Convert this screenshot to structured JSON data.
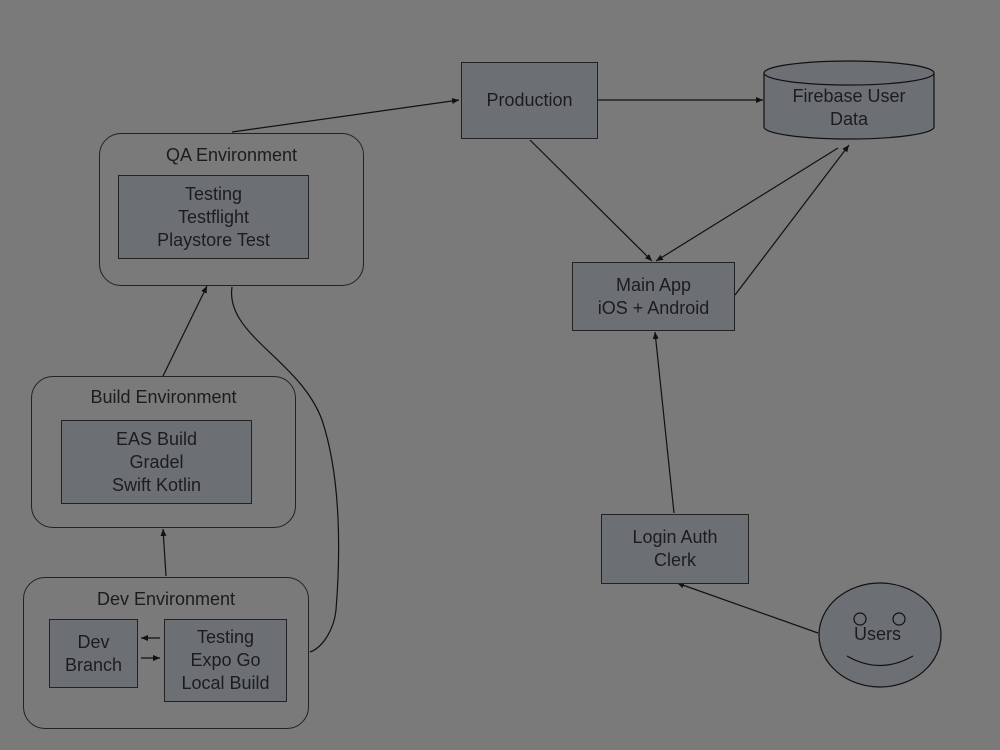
{
  "diagram": {
    "groups": {
      "qa": {
        "title": "QA Environment"
      },
      "build": {
        "title": "Build Environment"
      },
      "dev": {
        "title": "Dev Environment"
      }
    },
    "boxes": {
      "qa_inner": [
        "Testing",
        "Testflight",
        "Playstore Test"
      ],
      "build_inner": [
        "EAS Build",
        "Gradel",
        "Swift Kotlin"
      ],
      "dev_branch": [
        "Dev",
        "Branch"
      ],
      "dev_testing": [
        "Testing",
        "Expo Go",
        "Local Build"
      ],
      "production": [
        "Production"
      ],
      "firebase": [
        "Firebase User",
        "Data"
      ],
      "main_app": [
        "Main App",
        "iOS + Android"
      ],
      "login": [
        "Login Auth",
        "Clerk"
      ]
    },
    "users": {
      "label": "Users"
    },
    "colors": {
      "background": "#7a7a7a",
      "box_fill": "#6c7075",
      "stroke": "#222222"
    }
  }
}
